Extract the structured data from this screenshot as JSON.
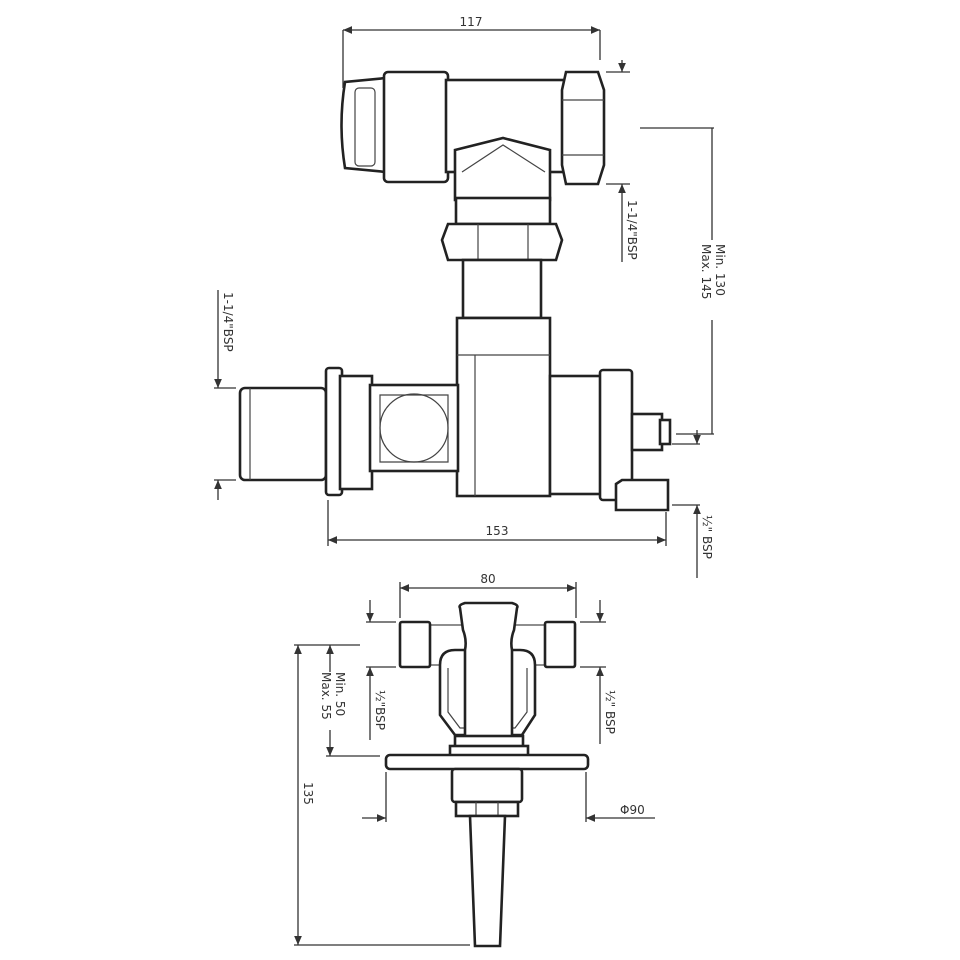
{
  "drawing": {
    "side_view": {
      "width_top": "117",
      "outlet_top": "1-1/4\"BSP",
      "depth_range_line1": "Min. 130",
      "depth_range_line2": "Max. 145",
      "outlet_left": "1-1/4\"BSP",
      "width_body": "153",
      "inlet": "½\" BSP"
    },
    "front_view": {
      "handle_width": "80",
      "depth_range_line1": "Min. 50",
      "depth_range_line2": "Max. 55",
      "inlet_left": "½\"BSP",
      "inlet_right": "½\" BSP",
      "height": "135",
      "plate_diameter": "Φ90"
    }
  }
}
